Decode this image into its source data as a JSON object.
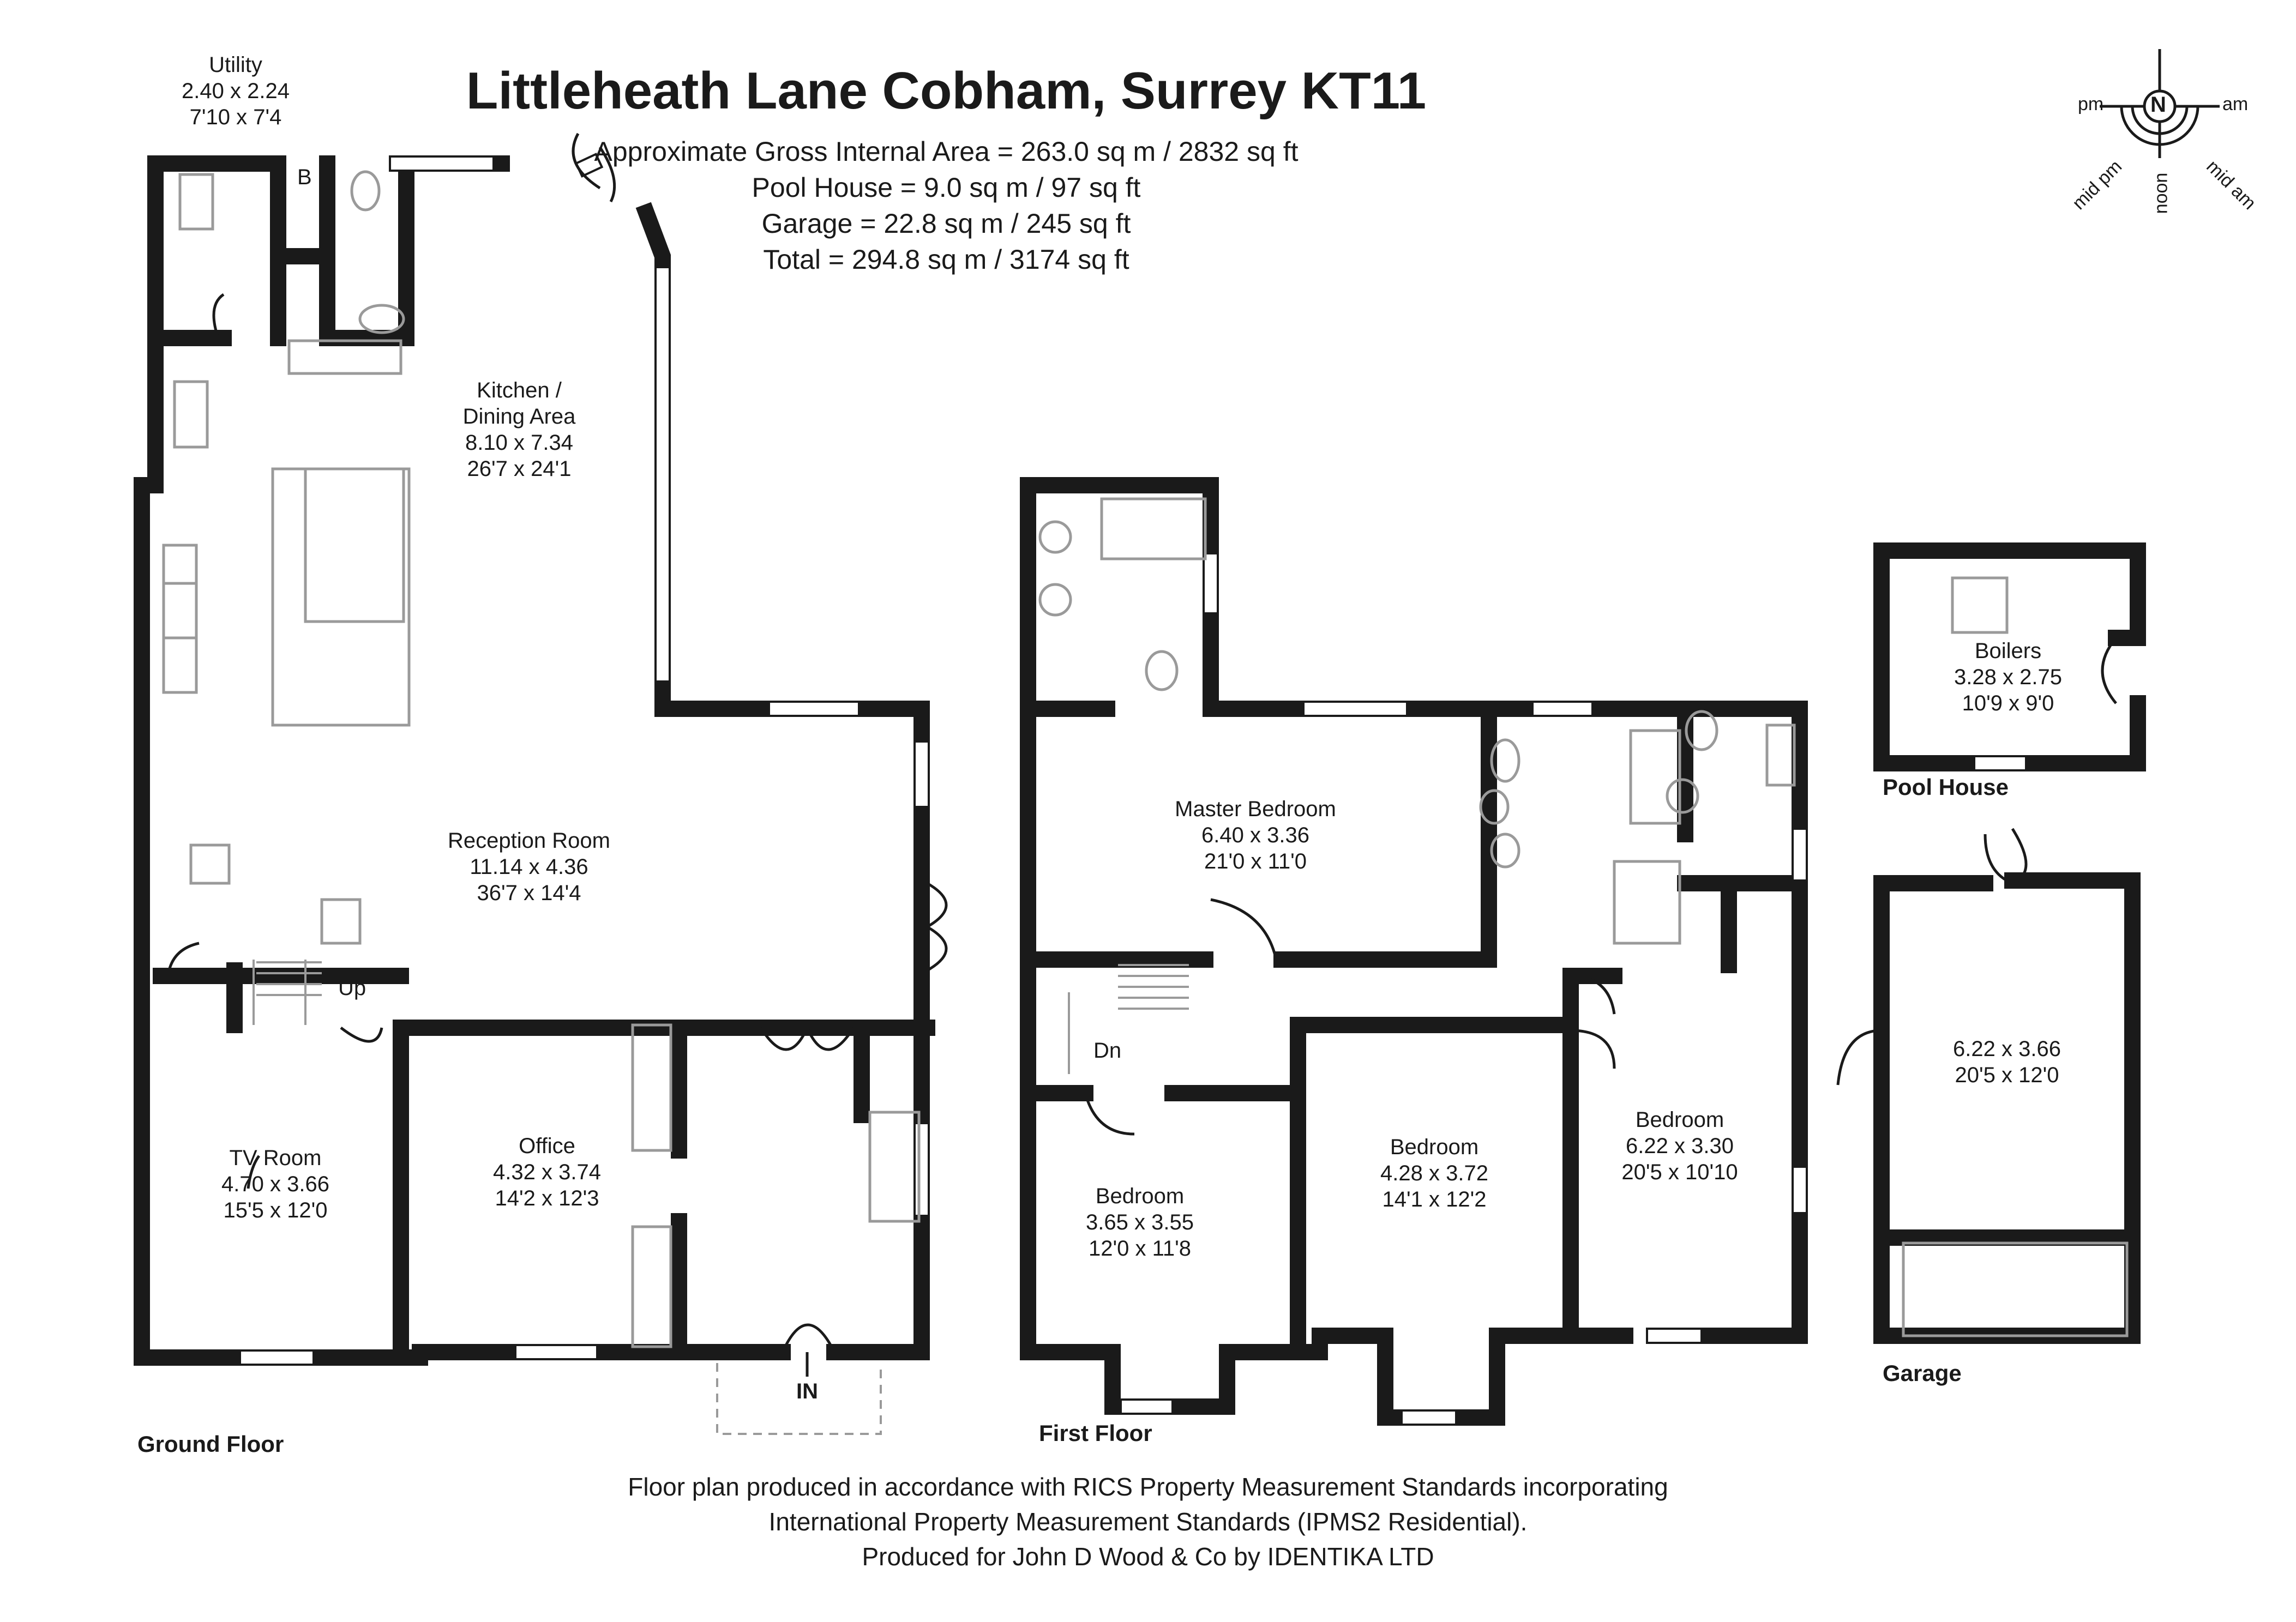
{
  "title": "Littleheath Lane Cobham, Surrey KT11",
  "areas": [
    "Approximate Gross Internal Area = 263.0 sq m / 2832 sq ft",
    "Pool House = 9.0 sq m / 97 sq ft",
    "Garage = 22.8 sq m / 245 sq ft",
    "Total = 294.8 sq m / 3174 sq ft"
  ],
  "compass": {
    "north": "N",
    "pm": "pm",
    "am": "am",
    "mid_pm": "mid pm",
    "noon": "noon",
    "mid_am": "mid am"
  },
  "ground_floor": {
    "label": "Ground Floor",
    "rooms": [
      {
        "name": "Utility",
        "metric": "2.40 x 2.24",
        "imperial": "7'10 x 7'4"
      },
      {
        "name": "Kitchen /",
        "name2": "Dining Area",
        "metric": "8.10 x 7.34",
        "imperial": "26'7 x 24'1"
      },
      {
        "name": "Reception Room",
        "metric": "11.14 x 4.36",
        "imperial": "36'7 x 14'4"
      },
      {
        "name": "TV Room",
        "metric": "4.70 x 3.66",
        "imperial": "15'5 x 12'0"
      },
      {
        "name": "Office",
        "metric": "4.32 x 3.74",
        "imperial": "14'2 x 12'3"
      }
    ],
    "markers": {
      "boiler": "B",
      "stairs_up": "Up",
      "entrance": "IN"
    }
  },
  "first_floor": {
    "label": "First Floor",
    "rooms": [
      {
        "name": "Master Bedroom",
        "metric": "6.40 x 3.36",
        "imperial": "21'0 x 11'0"
      },
      {
        "name": "Bedroom",
        "metric": "3.65 x 3.55",
        "imperial": "12'0 x 11'8"
      },
      {
        "name": "Bedroom",
        "metric": "4.28 x 3.72",
        "imperial": "14'1 x 12'2"
      },
      {
        "name": "Bedroom",
        "metric": "6.22 x 3.30",
        "imperial": "20'5 x 10'10"
      }
    ],
    "markers": {
      "stairs_down": "Dn"
    }
  },
  "pool_house": {
    "label": "Pool House",
    "name": "Boilers",
    "metric": "3.28 x 2.75",
    "imperial": "10'9 x 9'0"
  },
  "garage": {
    "label": "Garage",
    "metric": "6.22 x 3.66",
    "imperial": "20'5 x 12'0"
  },
  "footer": [
    "Floor plan produced in accordance with RICS Property Measurement Standards incorporating",
    "International Property Measurement Standards (IPMS2 Residential).",
    "Produced for John D Wood & Co by IDENTIKA LTD"
  ],
  "colors": {
    "wall": "#1a1a1a",
    "fixture": "#9a9a9a",
    "window": "#ffffff"
  }
}
